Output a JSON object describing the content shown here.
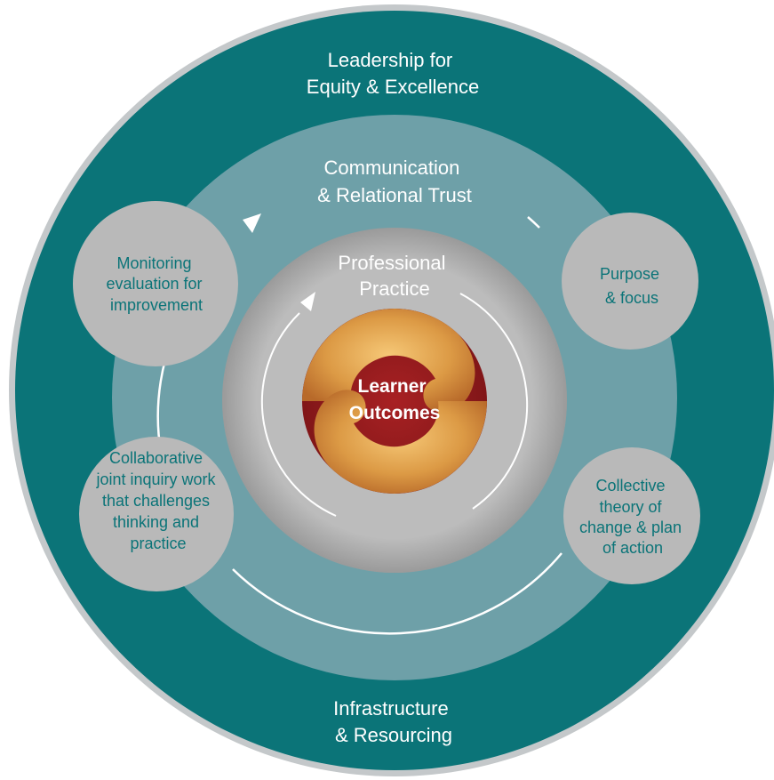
{
  "colors": {
    "outer_ring": "#0b7478",
    "outer_ring_edge": "#b9bdbf",
    "middle_ring": "#6ea0a8",
    "inner_disc": "#bcbcbc",
    "satellite": "#b9b9b9",
    "center_red": "#8e1a1c",
    "center_gold": "#e2a24c",
    "teal_text": "#0b7478",
    "white_text": "#ffffff"
  },
  "rings": {
    "outer_top": [
      "Leadership for",
      "Equity & Excellence"
    ],
    "outer_bottom": [
      "Infrastructure",
      "& Resourcing"
    ],
    "middle": [
      "Communication",
      "& Relational Trust"
    ],
    "inner": [
      "Professional",
      "Practice"
    ]
  },
  "center": {
    "lines": [
      "Learner",
      "Outcomes"
    ]
  },
  "satellites": {
    "monitoring": [
      "Monitoring",
      "evaluation for",
      "improvement"
    ],
    "purpose": [
      "Purpose",
      "& focus"
    ],
    "collaborative": [
      "Collaborative",
      "joint inquiry work",
      "that challenges",
      "thinking and",
      "practice"
    ],
    "collective": [
      "Collective",
      "theory of",
      "change & plan",
      "of action"
    ]
  }
}
